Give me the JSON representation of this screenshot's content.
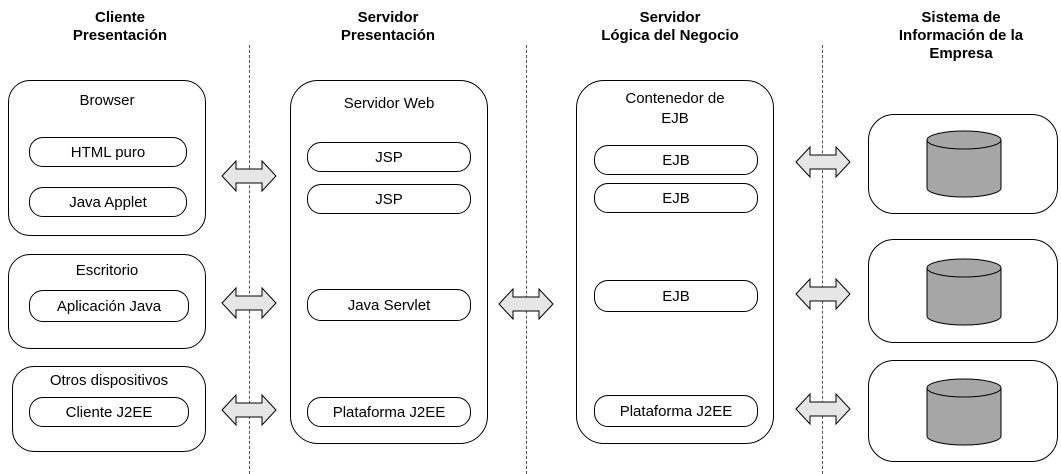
{
  "headers": {
    "client": [
      "Cliente",
      "Presentación"
    ],
    "web": [
      "Servidor",
      "Presentación"
    ],
    "business": [
      "Servidor",
      "Lógica del Negocio"
    ],
    "eis": [
      "Sistema de",
      "Información de la",
      "Empresa"
    ]
  },
  "client": {
    "browser": {
      "title": "Browser",
      "items": [
        "HTML puro",
        "Java Applet"
      ]
    },
    "desktop": {
      "title": "Escritorio",
      "items": [
        "Aplicación Java"
      ]
    },
    "other": {
      "title": "Otros dispositivos",
      "items": [
        "Cliente J2EE"
      ]
    }
  },
  "web_server": {
    "title": "Servidor Web",
    "items": [
      "JSP",
      "JSP",
      "Java Servlet",
      "Plataforma J2EE"
    ]
  },
  "ejb_container": {
    "title": [
      "Contenedor de",
      "EJB"
    ],
    "items": [
      "EJB",
      "EJB",
      "EJB",
      "Plataforma J2EE"
    ]
  },
  "colors": {
    "arrow_fill": "#e6e6e6",
    "db_fill": "#a6a6a6",
    "stroke": "#000000"
  }
}
